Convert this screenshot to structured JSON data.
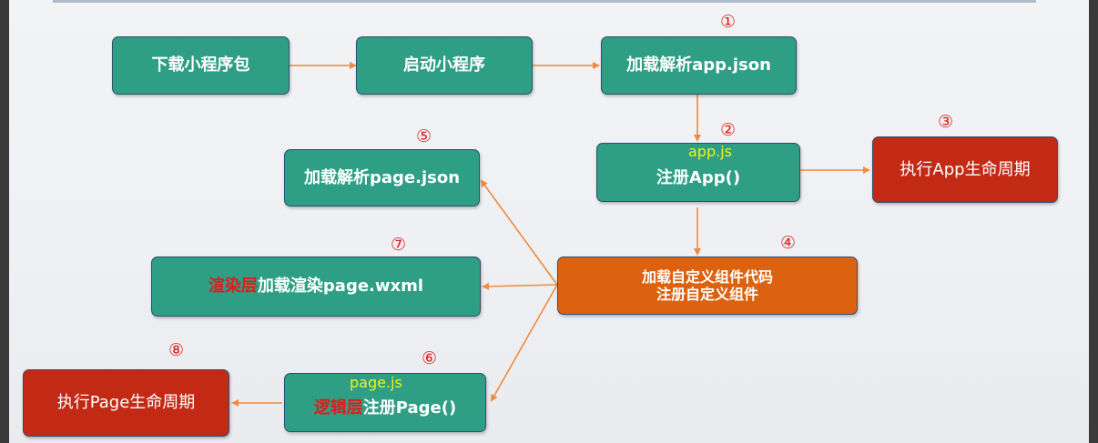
{
  "boxes": {
    "download": "下载小程序包",
    "launch": "启动小程序",
    "parse_app_json": "加载解析app.json",
    "register_app": "注册App()",
    "app_lifecycle": "执行App生命周期",
    "parse_page_json": "加载解析page.json",
    "render_prefix": "渲染层",
    "render_rest": "加载渲染page.wxml",
    "components_line1": "加载自定义组件代码",
    "components_line2": "注册自定义组件",
    "logic_prefix": "逻辑层",
    "logic_rest": "注册Page()",
    "page_lifecycle": "执行Page生命周期"
  },
  "file_labels": {
    "app_js": "app.js",
    "page_js": "page.js"
  },
  "step_markers": [
    "①",
    "②",
    "③",
    "④",
    "⑤",
    "⑥",
    "⑦",
    "⑧"
  ],
  "colors": {
    "box_green": "#2e9e85",
    "box_red": "#c22a16",
    "box_orange": "#dd6210",
    "arrow": "#f08a3c",
    "marker": "#e02020",
    "file_label": "#f3f31a",
    "layer_highlight": "#e11c1c"
  }
}
